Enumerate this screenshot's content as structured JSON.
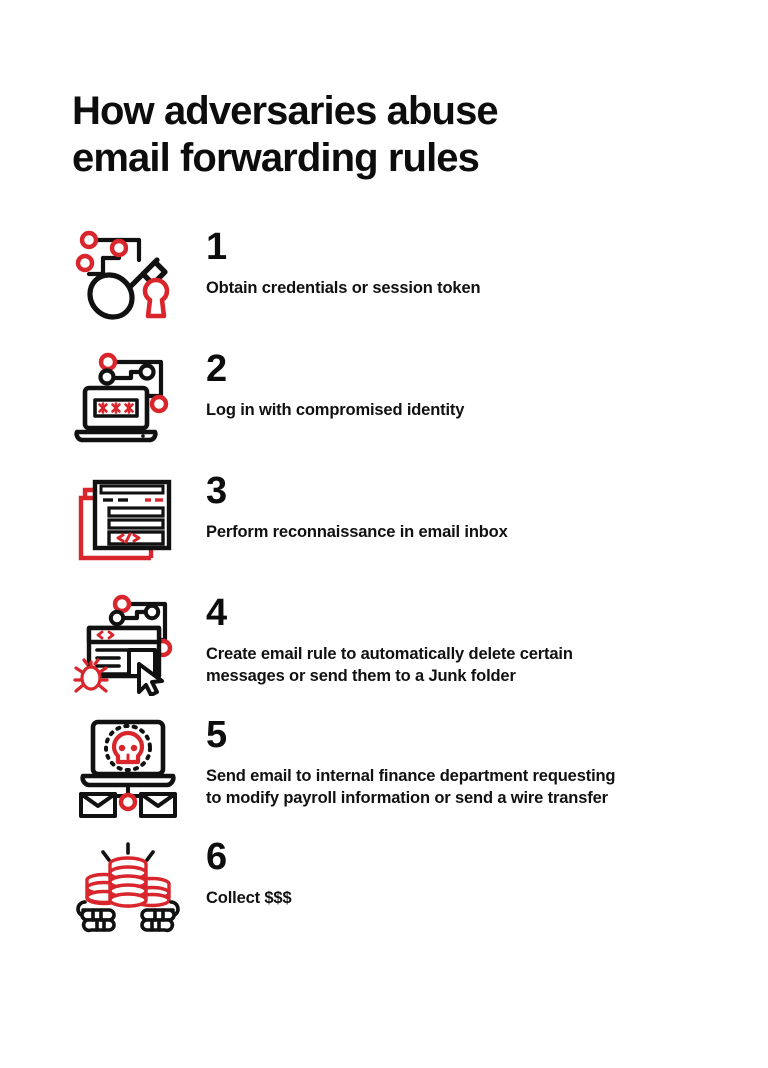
{
  "colors": {
    "accent_red": "#D9262C",
    "ink_black": "#111111",
    "background": "#FFFFFF"
  },
  "header": {
    "title": "How adversaries abuse\nemail forwarding rules"
  },
  "steps": [
    {
      "number": "1",
      "text": "Obtain credentials or session token",
      "icon": "key-with-circuit-nodes-icon"
    },
    {
      "number": "2",
      "text": "Log in with compromised identity",
      "icon": "laptop-password-icon"
    },
    {
      "number": "3",
      "text": "Perform reconnaissance in email inbox",
      "icon": "code-window-icon"
    },
    {
      "number": "4",
      "text": "Create email rule to automatically delete certain\nmessages or send them to a Junk folder",
      "icon": "window-bug-cursor-icon"
    },
    {
      "number": "5",
      "text": "Send email to internal finance department requesting\nto modify payroll information or send a wire transfer",
      "icon": "laptop-skull-envelopes-icon"
    },
    {
      "number": "6",
      "text": "Collect $$$",
      "icon": "hands-holding-coins-icon"
    }
  ]
}
